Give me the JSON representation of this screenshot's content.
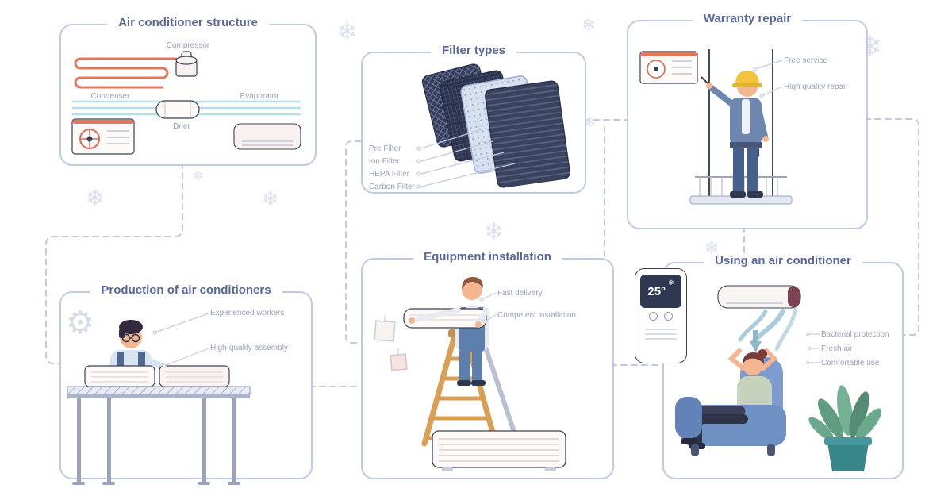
{
  "decor": {
    "snowflake_glyph": "❄",
    "gear_glyph": "⚙"
  },
  "panels": {
    "structure": {
      "title": "Air conditioner structure",
      "parts": {
        "compressor": "Compressor",
        "condenser": "Condenser",
        "evaporator": "Evaporator",
        "drier": "Drier"
      }
    },
    "filters": {
      "title": "Filter types",
      "items": [
        "Pre Filter",
        "Ion Filter",
        "HEPA Filter",
        "Carbon Filter"
      ]
    },
    "warranty": {
      "title": "Warranty repair",
      "features": [
        "Free service",
        "High quality repair"
      ]
    },
    "production": {
      "title": "Production of air conditioners",
      "features": [
        "Experienced workers",
        "High-quality assembly"
      ]
    },
    "installation": {
      "title": "Equipment installation",
      "features": [
        "Fast delivery",
        "Competent installation"
      ]
    },
    "usage": {
      "title": "Using an air conditioner",
      "features": [
        "Bacterial protection",
        "Fresh air",
        "Comfortable use"
      ],
      "thermostat": {
        "temperature": "25°",
        "mode_icon": "❄"
      }
    }
  },
  "colors": {
    "panel_border": "#bfcae4",
    "title_text": "#57679a",
    "label_text": "#98a1bc",
    "accent_red": "#e0795c",
    "accent_blue": "#b7dfe9",
    "filter_navy": "#343d5b",
    "hat_yellow": "#f2c33c",
    "denim": "#5d7fae",
    "chair_blue": "#6f90c2",
    "plant_green": "#6aa98c",
    "snowflake": "#dbdff1"
  }
}
